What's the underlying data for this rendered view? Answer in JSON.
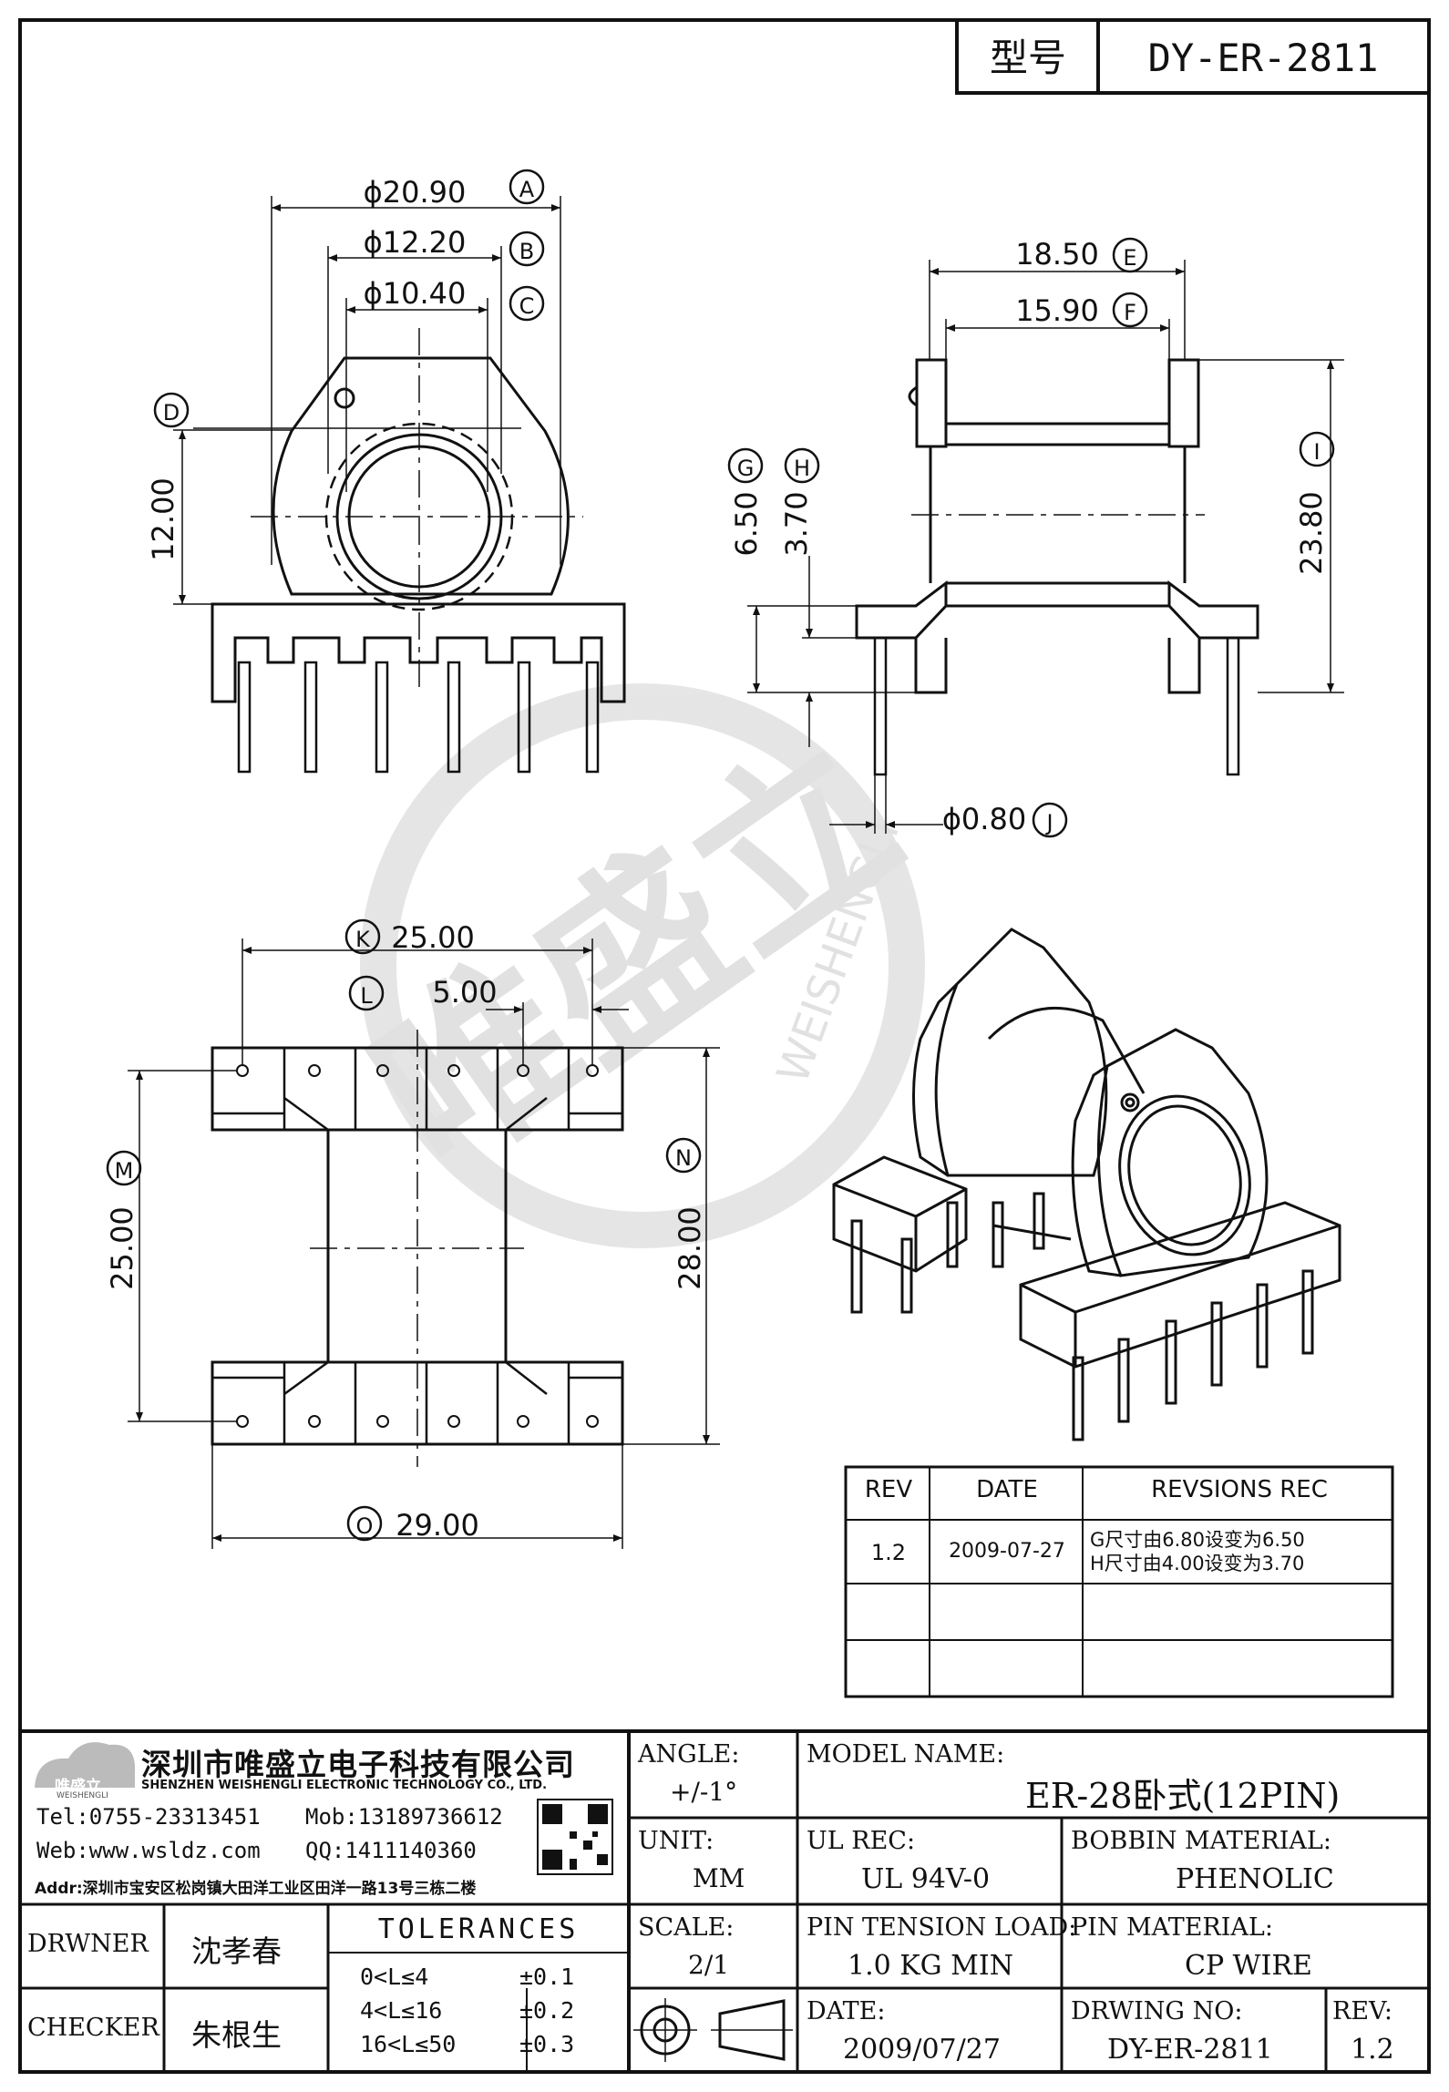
{
  "header": {
    "label": "型号",
    "model": "DY-ER-2811"
  },
  "front_view": {
    "dim_a": "ϕ20.90",
    "label_a": "A",
    "dim_b": "ϕ12.20",
    "label_b": "B",
    "dim_c": "ϕ10.40",
    "label_c": "C",
    "label_d": "D",
    "dim_d": "12.00"
  },
  "side_view": {
    "dim_e": "18.50",
    "label_e": "E",
    "dim_f": "15.90",
    "label_f": "F",
    "label_g": "G",
    "dim_g": "6.50",
    "label_h": "H",
    "dim_h": "3.70",
    "label_i": "I",
    "dim_i": "23.80",
    "dim_j": "ϕ0.80",
    "label_j": "J"
  },
  "bottom_view": {
    "label_k": "K",
    "dim_k": "25.00",
    "label_l": "L",
    "dim_l": "5.00",
    "label_m": "M",
    "dim_m": "25.00",
    "label_n": "N",
    "dim_n": "28.00",
    "label_o": "O",
    "dim_o": "29.00"
  },
  "watermark": {
    "cn": "唯盛立",
    "en": "WEISHENGLI"
  },
  "revisions": {
    "headers": [
      "REV",
      "DATE",
      "REVSIONS REC"
    ],
    "rows": [
      {
        "rev": "1.2",
        "date": "2009-07-27",
        "rec1": "G尺寸由6.80设变为6.50",
        "rec2": "H尺寸由4.00设变为3.70"
      }
    ]
  },
  "company": {
    "logo_cn": "唯盛立",
    "logo_en": "WEISHENGLI",
    "name_cn": "深圳市唯盛立电子科技有限公司",
    "name_en": "SHENZHEN WEISHENGLI ELECTRONIC TECHNOLOGY CO., LTD.",
    "tel": "Tel:0755-23313451",
    "mob": "Mob:13189736612",
    "web": "Web:www.wsldz.com",
    "qq": "QQ:1411140360",
    "addr": "Addr:深圳市宝安区松岗镇大田洋工业区田洋一路13号三栋二楼"
  },
  "people": {
    "drawer_label": "DRWNER",
    "drawer": "沈孝春",
    "checker_label": "CHECKER",
    "checker": "朱根生"
  },
  "tolerances": {
    "title": "TOLERANCES",
    "rows": [
      {
        "range": "0<L≤4",
        "tol": "±0.1"
      },
      {
        "range": "4<L≤16",
        "tol": "±0.2"
      },
      {
        "range": "16<L≤50",
        "tol": "±0.3"
      }
    ]
  },
  "specs": {
    "angle_label": "ANGLE:",
    "angle": "+/-1°",
    "unit_label": "UNIT:",
    "unit": "MM",
    "scale_label": "SCALE:",
    "scale": "2/1",
    "model_label": "MODEL NAME:",
    "model": "ER-28卧式(12PIN)",
    "ul_label": "UL REC:",
    "ul": "UL 94V-0",
    "bobbin_label": "BOBBIN MATERIAL:",
    "bobbin": "PHENOLIC",
    "tension_label": "PIN TENSION LOAD:",
    "tension": "1.0 KG MIN",
    "pin_label": "PIN MATERIAL:",
    "pin": "CP WIRE",
    "date_label": "DATE:",
    "date": "2009/07/27",
    "dwg_label": "DRWING NO:",
    "dwg": "DY-ER-2811",
    "rev_label": "REV:",
    "rev": "1.2"
  }
}
